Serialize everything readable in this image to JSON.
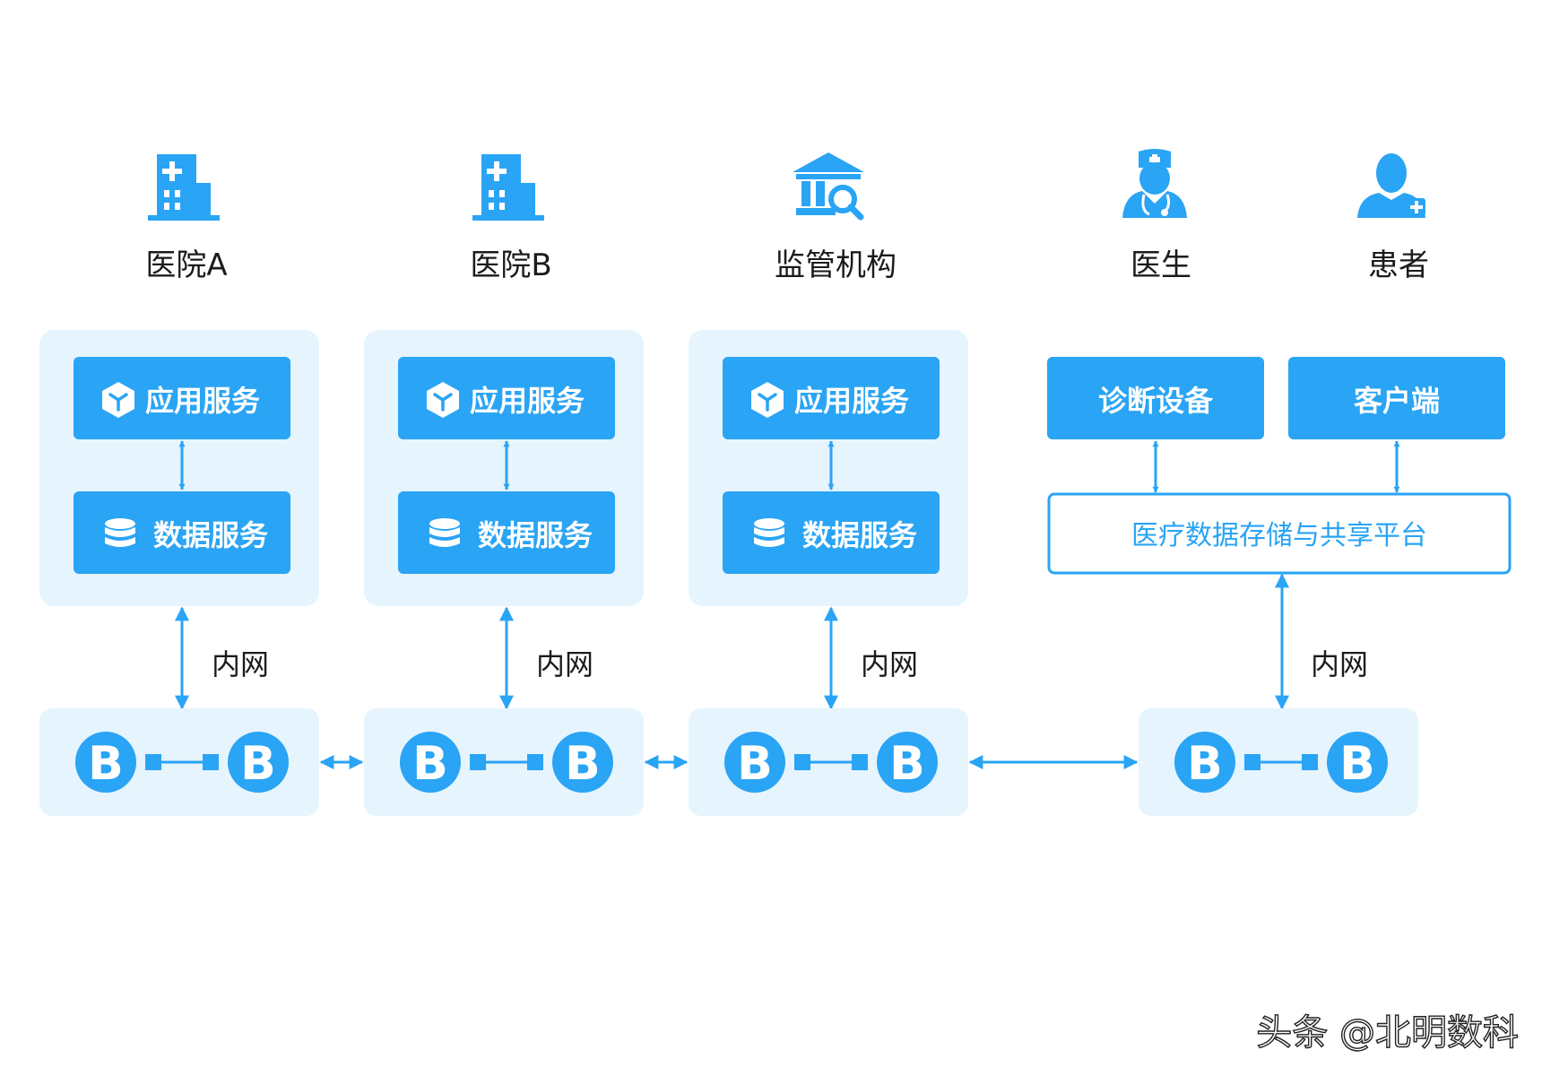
{
  "colors": {
    "accent": "#2aa4f4",
    "panel": "#e6f4fd",
    "text": "#1b1b1b",
    "white": "#ffffff"
  },
  "entities": [
    {
      "label": "医院A",
      "icon": "hospital-icon"
    },
    {
      "label": "医院B",
      "icon": "hospital-icon"
    },
    {
      "label": "监管机构",
      "icon": "regulator-building-icon"
    },
    {
      "label": "医生",
      "icon": "doctor-icon"
    },
    {
      "label": "患者",
      "icon": "patient-icon"
    }
  ],
  "services": {
    "app": {
      "label": "应用服务",
      "icon": "cube-icon"
    },
    "data": {
      "label": "数据服务",
      "icon": "database-icon"
    }
  },
  "right_group": {
    "device": "诊断设备",
    "client": "客户端",
    "platform": "医疗数据存储与共享平台"
  },
  "network": {
    "intranet": "内网",
    "node_letter": "B",
    "node_icon": "blockchain-node-icon"
  },
  "watermark": "头条 @北明数科"
}
